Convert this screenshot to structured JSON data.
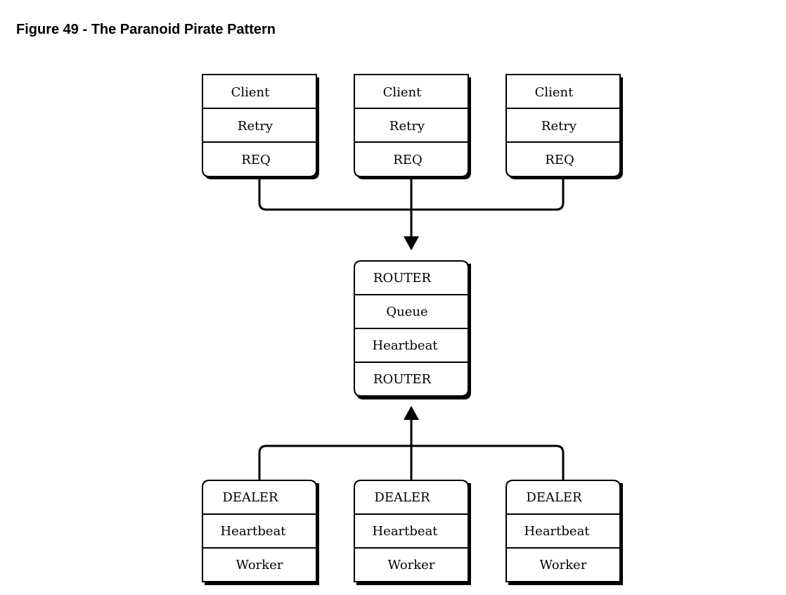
{
  "figure": {
    "title": "Figure 49 - The Paranoid Pirate Pattern"
  },
  "clients": [
    {
      "rows": [
        "Client",
        "Retry",
        "REQ"
      ]
    },
    {
      "rows": [
        "Client",
        "Retry",
        "REQ"
      ]
    },
    {
      "rows": [
        "Client",
        "Retry",
        "REQ"
      ]
    }
  ],
  "queue": {
    "rows": [
      "ROUTER",
      "Queue",
      "Heartbeat",
      "ROUTER"
    ]
  },
  "workers": [
    {
      "rows": [
        "DEALER",
        "Heartbeat",
        "Worker"
      ]
    },
    {
      "rows": [
        "DEALER",
        "Heartbeat",
        "Worker"
      ]
    },
    {
      "rows": [
        "DEALER",
        "Heartbeat",
        "Worker"
      ]
    }
  ]
}
